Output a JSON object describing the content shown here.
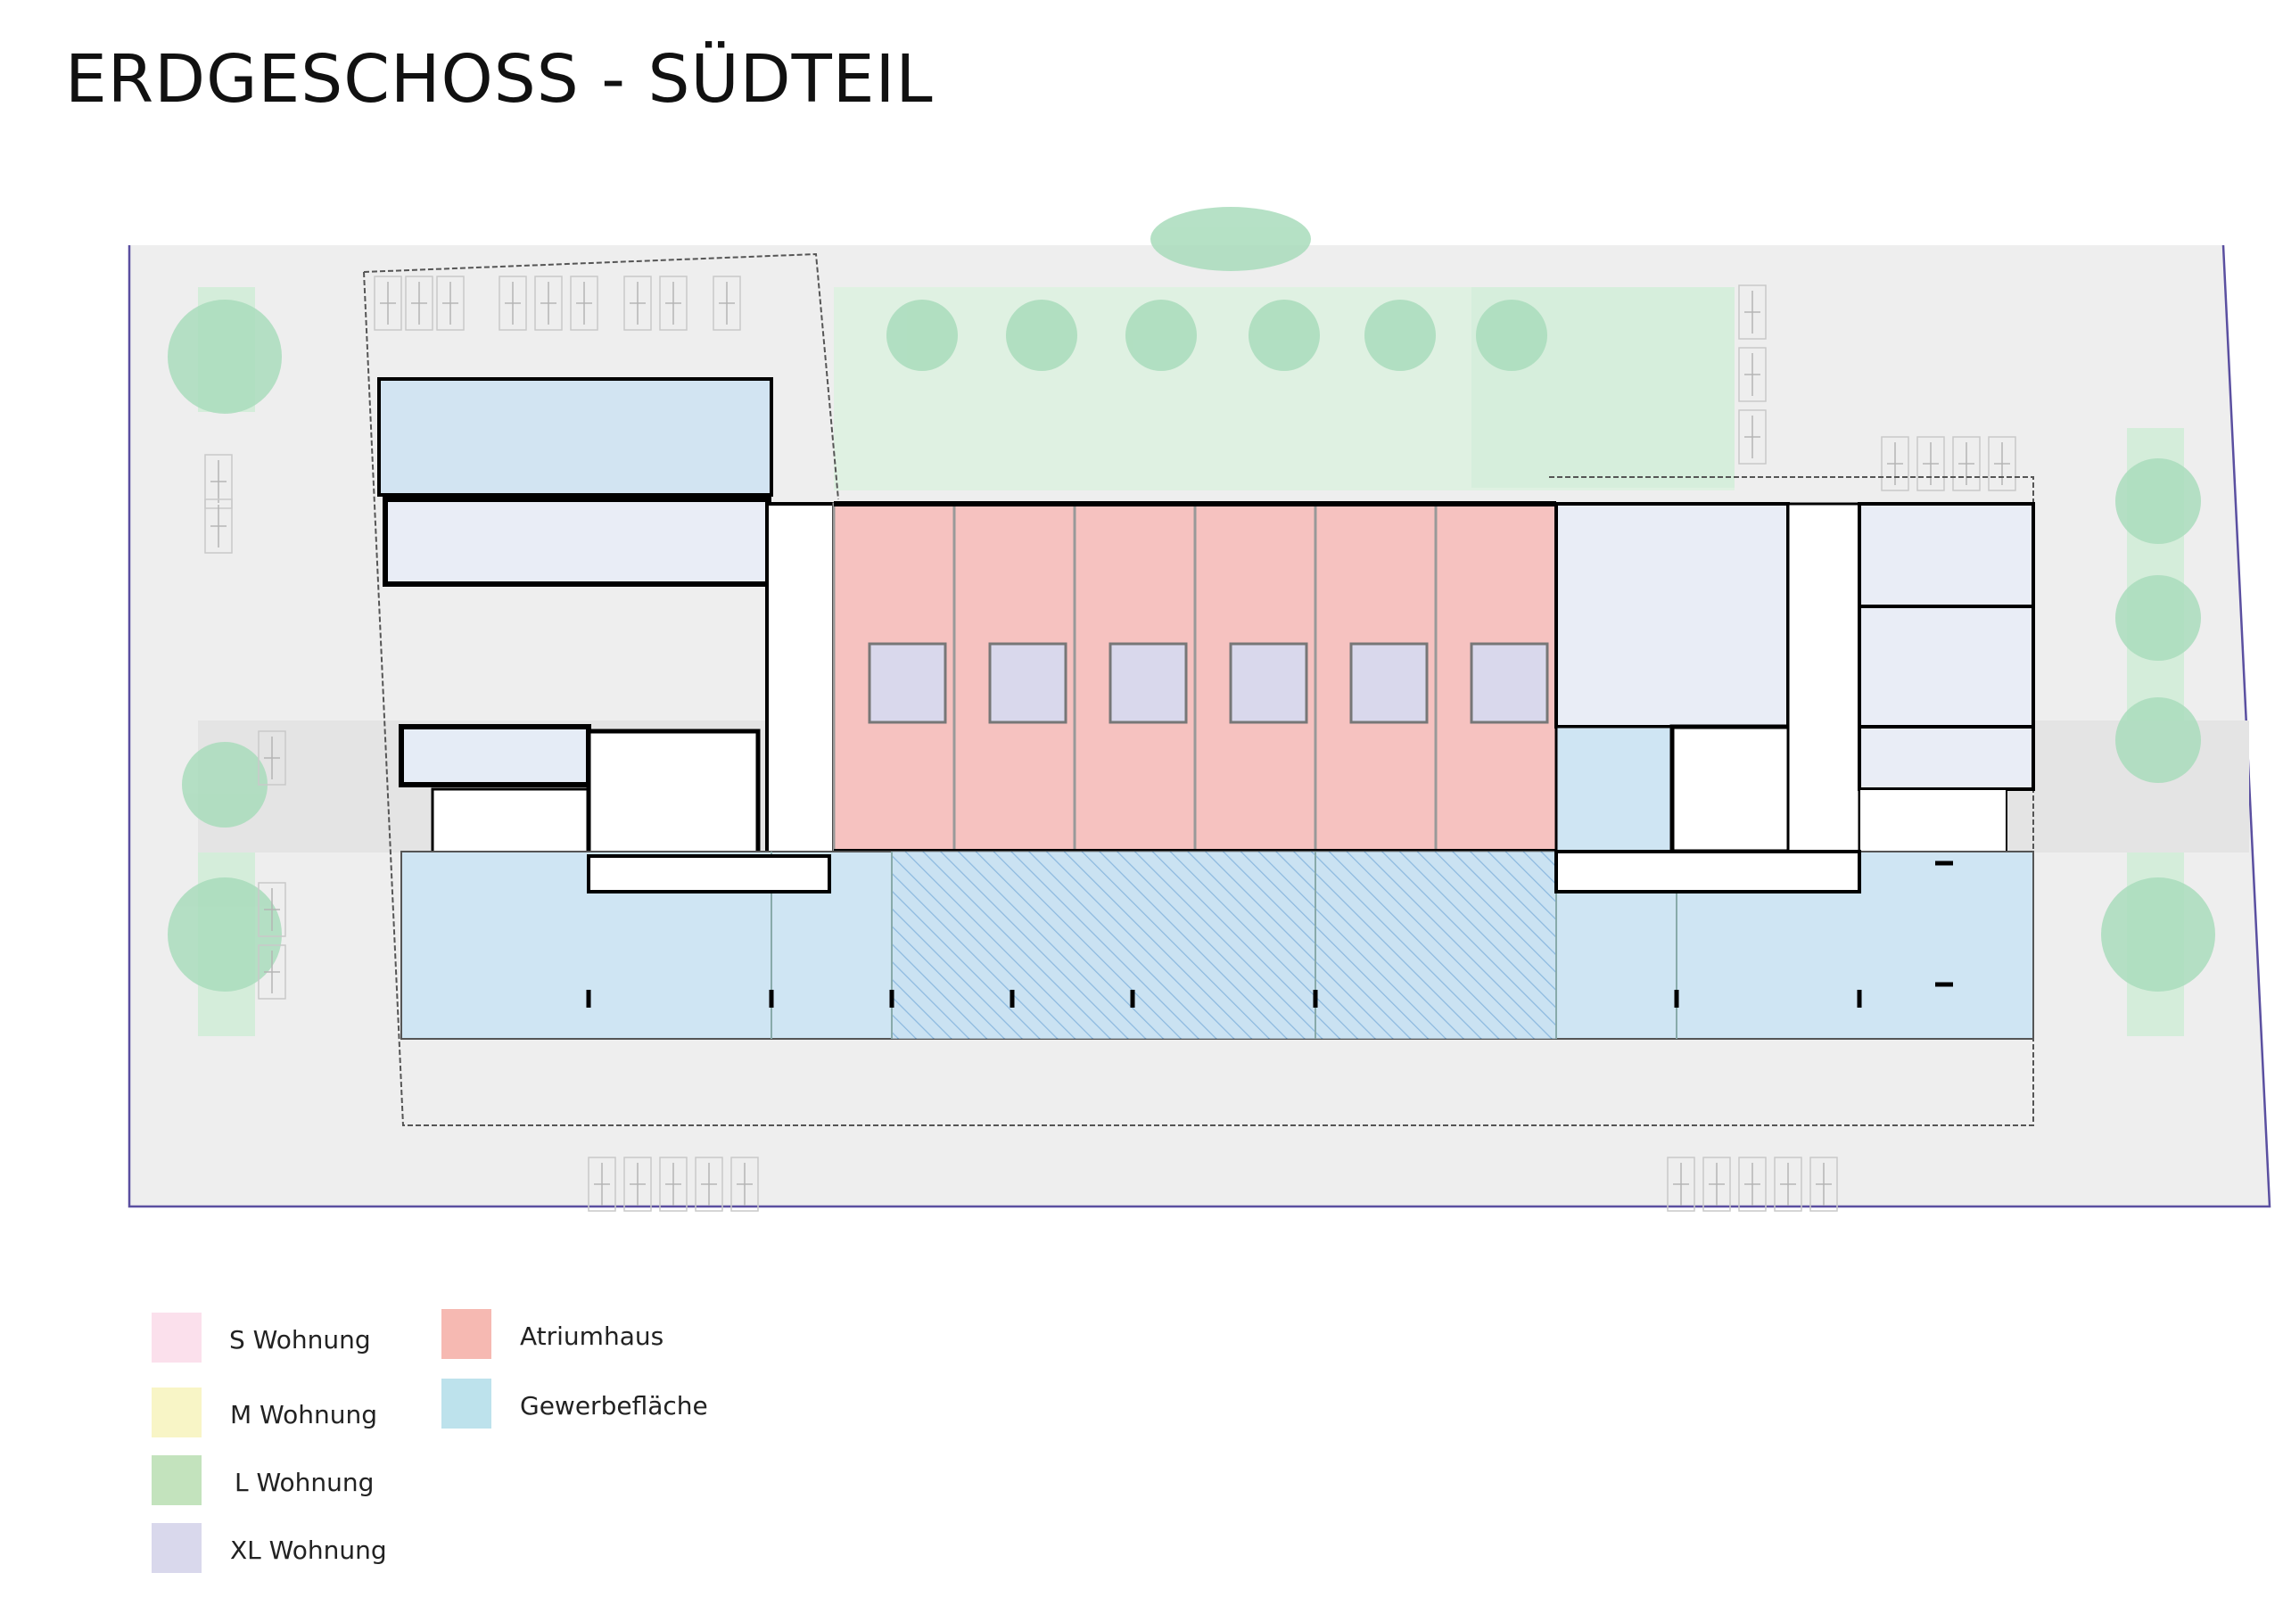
{
  "title": "ERDGESCHOSS - SÜDTEIL",
  "colors": {
    "ground": "#eeeeee",
    "site_border": "#5a4fa0",
    "wall": "#000000",
    "s_wohnung": "#fbe0ec",
    "m_wohnung": "#f8f5c6",
    "l_wohnung": "#c3e3bd",
    "xl_wohnung": "#d9d8ec",
    "atriumhaus": "#f6c2c0",
    "gewerbe": "#cfe5f3",
    "tree": "#a9dcbc"
  },
  "legend": [
    {
      "label": "S Wohnung",
      "color": "#fbe0ec"
    },
    {
      "label": "M Wohnung",
      "color": "#f8f5c6"
    },
    {
      "label": "L Wohnung",
      "color": "#c3e3bd"
    },
    {
      "label": "XL Wohnung",
      "color": "#d9d8ec"
    },
    {
      "label": "Atriumhaus",
      "color": "#f6c2c0"
    },
    {
      "label": "Gewerbefläche",
      "color": "#bde2ec"
    }
  ]
}
